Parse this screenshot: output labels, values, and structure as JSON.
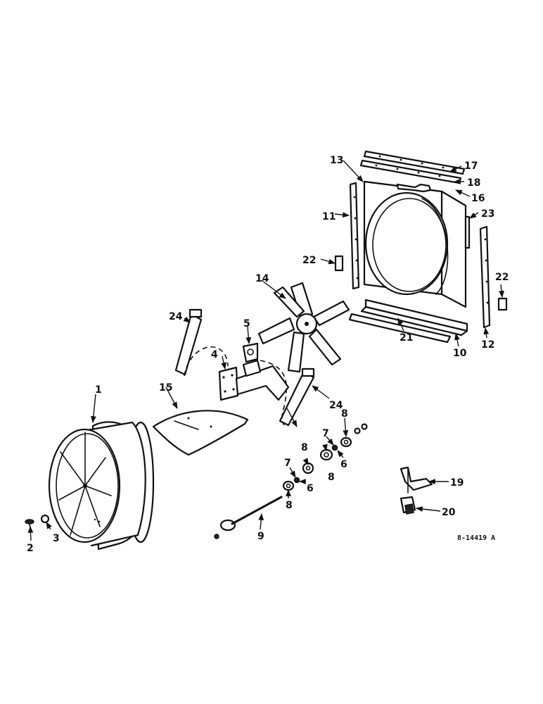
{
  "callouts": {
    "c1": "1",
    "c2": "2",
    "c3": "3",
    "c4": "4",
    "c5": "5",
    "c6a": "6",
    "c6b": "6",
    "c7a": "7",
    "c7b": "7",
    "c8a": "8",
    "c8b": "8",
    "c8c": "8",
    "c8d": "8",
    "c9": "9",
    "c10": "10",
    "c11": "11",
    "c12": "12",
    "c13": "13",
    "c14": "14",
    "c15": "15",
    "c16": "16",
    "c17": "17",
    "c18": "18",
    "c19": "19",
    "c20": "20",
    "c21": "21",
    "c22a": "22",
    "c22b": "22",
    "c23": "23",
    "c24a": "24",
    "c24b": "24"
  },
  "reference_code": "8-14419 A"
}
